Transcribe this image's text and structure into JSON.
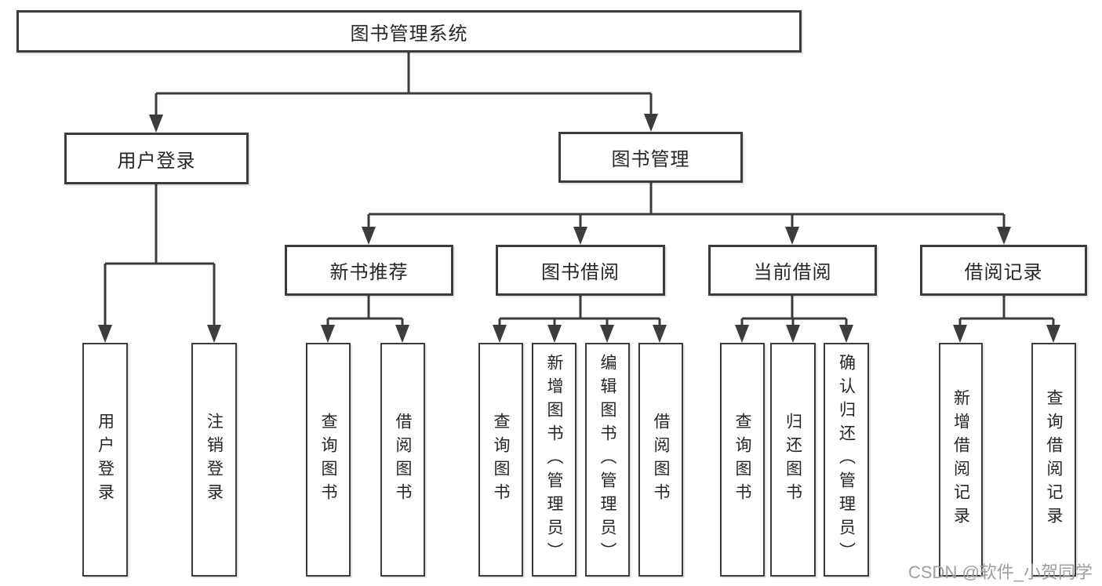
{
  "diagram": {
    "root": {
      "label": "图书管理系统",
      "children": [
        {
          "label": "用户登录",
          "children": [
            {
              "label": "用户登录"
            },
            {
              "label": "注销登录"
            }
          ]
        },
        {
          "label": "图书管理",
          "children": [
            {
              "label": "新书推荐",
              "children": [
                {
                  "label": "查询图书"
                },
                {
                  "label": "借阅图书"
                }
              ]
            },
            {
              "label": "图书借阅",
              "children": [
                {
                  "label": "查询图书"
                },
                {
                  "label": "新增图书（管理员）"
                },
                {
                  "label": "编辑图书（管理员）"
                },
                {
                  "label": "借阅图书"
                }
              ]
            },
            {
              "label": "当前借阅",
              "children": [
                {
                  "label": "查询图书"
                },
                {
                  "label": "归还图书"
                },
                {
                  "label": "确认归还（管理员）"
                }
              ]
            },
            {
              "label": "借阅记录",
              "children": [
                {
                  "label": "新增借阅记录"
                },
                {
                  "label": "查询借阅记录"
                }
              ]
            }
          ]
        }
      ]
    }
  },
  "colors": {
    "line": "#3c3c3c",
    "box_background": "#ffffff",
    "text": "#262626",
    "watermark": "#9e9e9e"
  },
  "watermark": "CSDN @软件_小贺同学"
}
